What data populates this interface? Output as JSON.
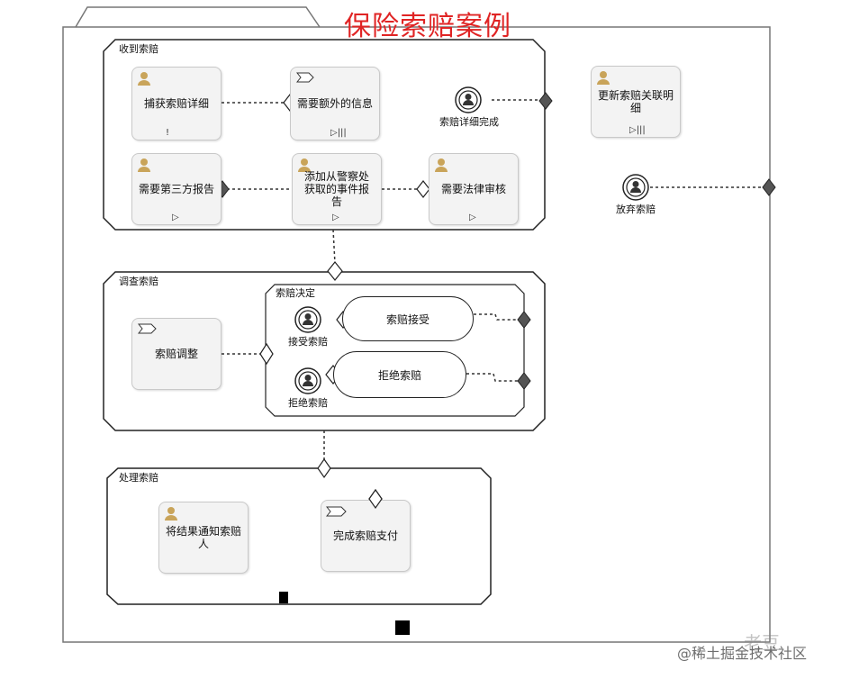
{
  "title": "保险索赔案例",
  "lanes": {
    "receive": "收到索赔",
    "investigate": "调查索赔",
    "decision": "索赔决定",
    "process": "处理索赔"
  },
  "tasks": {
    "capture_details": "捕获索赔详细",
    "need_more_info": "需要额外的信息",
    "third_party_report": "需要第三方报告",
    "police_report": "添加从警察处获取的事件报告",
    "legal_review": "需要法律审核",
    "update_details": "更新索赔关联明细",
    "adjust_claim": "索赔调整",
    "accept_claim": "索赔接受",
    "reject_claim": "拒绝索赔",
    "notify_claimant": "将结果通知索赔人",
    "complete_payment": "完成索赔支付"
  },
  "events": {
    "details_complete": "索赔详细完成",
    "abandon_claim": "放弃索赔",
    "accept": "接受索赔",
    "reject": "拒绝索赔"
  },
  "markers": {
    "exclamation": "!",
    "play": "▷",
    "play_parallel": "▷|||"
  },
  "watermark": "@稀土掘金技术社区",
  "watermark2": "老豆"
}
